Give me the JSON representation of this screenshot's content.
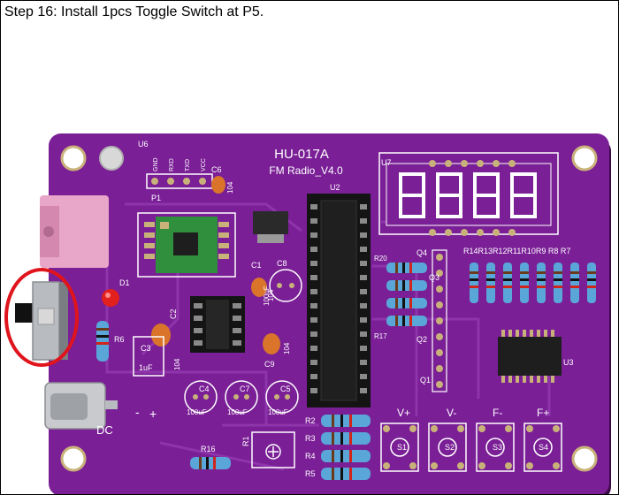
{
  "caption": "Step 16: Install 1pcs Toggle Switch at P5.",
  "board": {
    "model": "HU-017A",
    "subtitle": "FM Radio_V4.0",
    "labels": {
      "u6": "U6",
      "u7": "U7",
      "u2": "U2",
      "u3": "U3",
      "p1": "P1",
      "gnd": "GND",
      "rxd": "RXD",
      "txd": "TXD",
      "vcc": "VCC",
      "c6": "C6",
      "c6v": "104",
      "d1": "D1",
      "r6": "R6",
      "c1": "C1",
      "c1v": "104",
      "c8": "C8",
      "c8v": "100uF",
      "c2": "C2",
      "c2v": "104",
      "c9": "C9",
      "c9v": "104",
      "c3": "C3",
      "c3v": "1uF",
      "c4": "C4",
      "c4v": "100uF",
      "c7": "C7",
      "c7v": "100uF",
      "c5": "C5",
      "c5v": "100uF",
      "minus": "-",
      "plus": "+",
      "dc": "DC",
      "r16": "R16",
      "r1": "R1",
      "r20": "R20",
      "r17": "R17",
      "q1": "Q1",
      "q2": "Q2",
      "q3": "Q3",
      "q4": "Q4",
      "rlist": "R14R13R12R11R10R9 R8 R7",
      "r2": "R2",
      "r3": "R3",
      "r4": "R4",
      "r5": "R5",
      "vplus": "V+",
      "vminus": "V-",
      "fminus": "F-",
      "fplus": "F+",
      "s1": "S1",
      "s2": "S2",
      "s3": "S3",
      "s4": "S4"
    }
  },
  "colors": {
    "pcb": "#7a1f96",
    "pcb_dark": "#5a1070",
    "silkscreen": "#ffffff",
    "highlight": "#e0141c",
    "resistor": "#5aa6d8",
    "gold": "#c9b27a"
  }
}
